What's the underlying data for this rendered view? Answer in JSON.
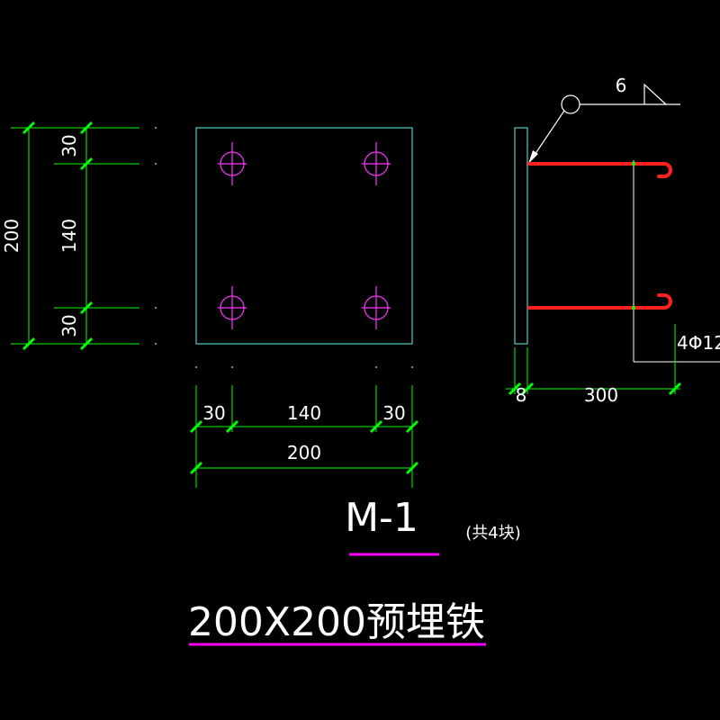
{
  "colors": {
    "background": "#000000",
    "dimension_line": "#00ff00",
    "plate_outline": "#55cccc",
    "bolt_hole": "#ff33ff",
    "rebar": "#ff2020",
    "leader": "#ffffff",
    "underline": "#ff00ff"
  },
  "left_dims": {
    "overall": "200",
    "top": "30",
    "middle": "140",
    "bottom": "30"
  },
  "bottom_dims": {
    "left": "30",
    "middle": "140",
    "right": "30",
    "overall": "200"
  },
  "side_view": {
    "weld_size": "6",
    "plate_thickness": "8",
    "anchor_length": "300",
    "rebar_spec": "4Φ12"
  },
  "mark": {
    "label": "M-1",
    "quantity": "(共4块)"
  },
  "title": "200X200预埋铁"
}
